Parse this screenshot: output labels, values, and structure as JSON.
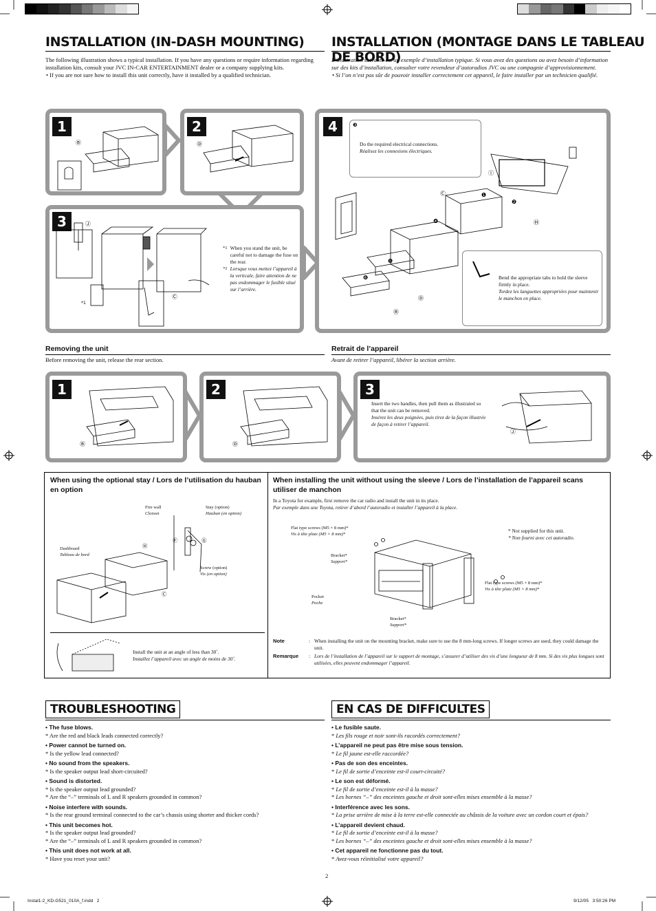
{
  "header": {
    "title_en": "INSTALLATION (IN-DASH MOUNTING)",
    "title_fr": "INSTALLATION (MONTAGE DANS LE TABLEAU DE BORD)"
  },
  "intro": {
    "en_text": "The following illustration shows a typical installation. If you have any questions or require information regarding installation kits, consult your JVC IN-CAR ENTERTAINMENT dealer or a company supplying kits.",
    "en_bullet": "If you are not sure how to install this unit correctly, have it installed by a qualified technician.",
    "fr_text": "L’illustration suivante est un exemple d’installation typique. Si vous avez des questions ou avez besoin d’information sur des kits d’installation, consulter votre revendeur d’autoradios JVC ou une compagnie d’approvisionnement.",
    "fr_bullet": "Si l’on n’est pas sûr de pouvoir installer correctement cet appareil, le faire installer par un technicien qualifié."
  },
  "install_steps": {
    "step1": "1",
    "step2": "2",
    "step3": "3",
    "step4": "4",
    "step3_note_mark1": "*1",
    "step3_note_en": "When you stand the unit, be careful not to damage the fuse on the rear.",
    "step3_note_mark2": "*1",
    "step3_note_fr": "Lorsque vous mettez l’appareil à la verticale, faire attention de ne pas endommager le fusible situé sur l’arrière.",
    "step3_star": "*1",
    "step4_callout_num": "❸",
    "step4_callout_en": "Do the required electrical connections.",
    "step4_callout_fr": "Réalisez les connexions électriques.",
    "step4_tabs_en": "Bend the appropriate tabs to hold the sleeve firmly in place.",
    "step4_tabs_fr": "Tordez les languettes appropriées pour maintenir le manchon en place.",
    "labels": {
      "b": "Ⓑ",
      "c": "Ⓒ",
      "d": "Ⓓ",
      "h": "Ⓗ",
      "i": "Ⓘ",
      "j": "Ⓙ",
      "n1": "❶",
      "n2": "❷",
      "n4": "❹",
      "n5": "❺",
      "n6": "❻"
    }
  },
  "removing": {
    "title_en": "Removing the unit",
    "title_fr": "Retrait de l’appareil",
    "text_en": "Before removing the unit, release the rear section.",
    "text_fr": "Avant de retirer l’appareil, libérer la section arrière.",
    "step1": "1",
    "step2": "2",
    "step3": "3",
    "step3_en": "Insert the two handles, then pull them as illustrated so that the unit can be removed.",
    "step3_fr": "Insérez les deux poignées, puis tirez de la façon illustrée de façon à retirer l’appareil.",
    "label_b": "Ⓑ",
    "label_d": "Ⓓ",
    "label_j": "Ⓙ"
  },
  "stay": {
    "title": "When using the optional stay / Lors de l’utilisation du hauban en option",
    "firewall_en": "Fire wall",
    "firewall_fr": "Cloison",
    "stay_en": "Stay (option)",
    "stay_fr": "Hauban (en option)",
    "dashboard_en": "Dashboard",
    "dashboard_fr": "Tableau de bord",
    "screw_en": "Screw (option)",
    "screw_fr": "Vis (en option)",
    "label_f": "Ⓕ",
    "label_g": "Ⓖ",
    "label_h": "Ⓗ",
    "label_c": "Ⓒ",
    "angle_en": "Install the unit at an angle of less than 30˚.",
    "angle_fr": "Installez l’appareil avec un angle de moins de 30˚."
  },
  "sleeve": {
    "title": "When installing the unit without using the sleeve / Lors de l’installation de l’appareil scans utiliser de manchon",
    "text_en": "In a Toyota for example, first remove the car radio and install the unit in its place.",
    "text_fr": "Par exemple dans une Toyota, retirer d’abord l’autoradio et installer l’appareil à la place.",
    "screws_en": "Flat type screws (M5 × 8 mm)*",
    "screws_fr": "Vis à tête plate (M5 × 8 mm)*",
    "bracket_en": "Bracket*",
    "bracket_fr": "Support*",
    "pocket_en": "Pocket",
    "pocket_fr": "Poche",
    "screws2_en": "Flat type screws (M5 × 8 mm)*",
    "screws2_fr": "Vis à tête plate (M5 × 8 mm)*",
    "bracket2_en": "Bracket*",
    "bracket2_fr": "Support*",
    "note_supplied_en": "* Not supplied for this unit.",
    "note_supplied_fr": "* Non fourni avec cet autoradio.",
    "note_label": "Note",
    "note_text": "When installing the unit on the mounting bracket, make sure to use the 8 mm-long screws. If longer screws are used, they could damage the unit.",
    "remarque_label": "Remarque",
    "remarque_text": "Lors de l’installation de l’appareil sur le support de montage, s’assurer d’utiliser des vis d’une longueur de 8 mm. Si des vis plus longues sont utilisées, elles peuvent endommager l’appareil."
  },
  "troubleshooting": {
    "title_en": "TROUBLESHOOTING",
    "title_fr": "EN CAS DE DIFFICULTES",
    "en": [
      {
        "q": "The fuse blows.",
        "a": [
          "Are the red and black leads connected correctly?"
        ]
      },
      {
        "q": "Power cannot be turned on.",
        "a": [
          "Is the yellow lead connected?"
        ]
      },
      {
        "q": "No sound from the speakers.",
        "a": [
          "Is the speaker output lead short-circuited?"
        ]
      },
      {
        "q": "Sound is distorted.",
        "a": [
          "Is the speaker output lead grounded?",
          "Are the “–” terminals of L and R speakers grounded in common?"
        ]
      },
      {
        "q": "Noise interfere with sounds.",
        "a": [
          "Is the rear ground terminal connected to the car’s chassis using shorter and thicker cords?"
        ]
      },
      {
        "q": "This unit becomes hot.",
        "a": [
          "Is the speaker output lead grounded?",
          "Are the “–” terminals of L and R speakers grounded in common?"
        ]
      },
      {
        "q": "This unit does not work at all.",
        "a": [
          "Have you reset your unit?"
        ]
      }
    ],
    "fr": [
      {
        "q": "Le fusible saute.",
        "a": [
          "Les fils rouge et noir sont-ils racordés correctement?"
        ]
      },
      {
        "q": "L’appareil ne peut pas être mise sous tension.",
        "a": [
          "Le fil jaune est-elle raccordée?"
        ]
      },
      {
        "q": "Pas de son des enceintes.",
        "a": [
          "Le fil de sortie d’enceinte est-il court-circuité?"
        ]
      },
      {
        "q": "Le son est déformé.",
        "a": [
          "Le fil de sortie d’enceinte est-il à la masse?",
          "Les bornes “–” des enceintes gauche et droit sont-elles mises ensemble à la masse?"
        ]
      },
      {
        "q": "Interférence avec les sons.",
        "a": [
          "La prise arrière de mise à la terre est-elle connectée au châssis de la voiture avec un cordon court et épais?"
        ]
      },
      {
        "q": "L’appareil devient chaud.",
        "a": [
          "Le fil de sortie d’enceinte est-il à la masse?",
          "Les bornes “–” des enceintes gauche et droit sont-elles mises ensemble à la masse?"
        ]
      },
      {
        "q": "Cet appareil ne fonctionne pas du tout.",
        "a": [
          "Avez-vous réinitialisé votre appareil?"
        ]
      }
    ]
  },
  "footer": {
    "page_number": "2",
    "file_name": "Instal1-2_KD-G521_010A_f.indd   2",
    "timestamp": "9/12/05   3:50:26 PM"
  }
}
